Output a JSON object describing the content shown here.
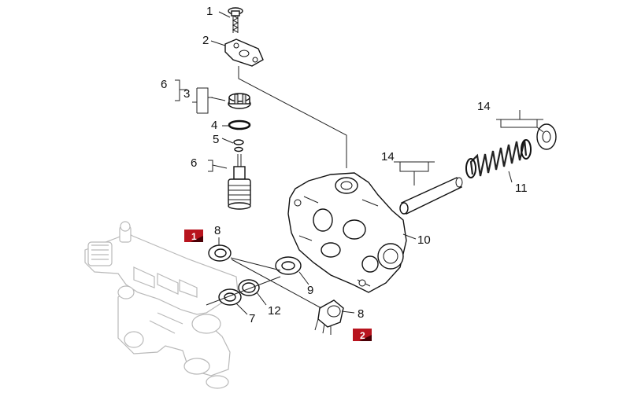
{
  "callouts": {
    "c1": "1",
    "c2": "2",
    "c3": "3",
    "c4": "4",
    "c5": "5",
    "c6a": "6",
    "c6b": "6",
    "c7": "7",
    "c8a": "8",
    "c8b": "8",
    "c9": "9",
    "c10": "10",
    "c11": "11",
    "c12": "12",
    "c14a": "14",
    "c14b": "14"
  },
  "badges": {
    "b1": "1",
    "b2": "2"
  },
  "colors": {
    "badge": "#b8141e",
    "ink": "#111111",
    "ghost": "#b9b9b9"
  }
}
